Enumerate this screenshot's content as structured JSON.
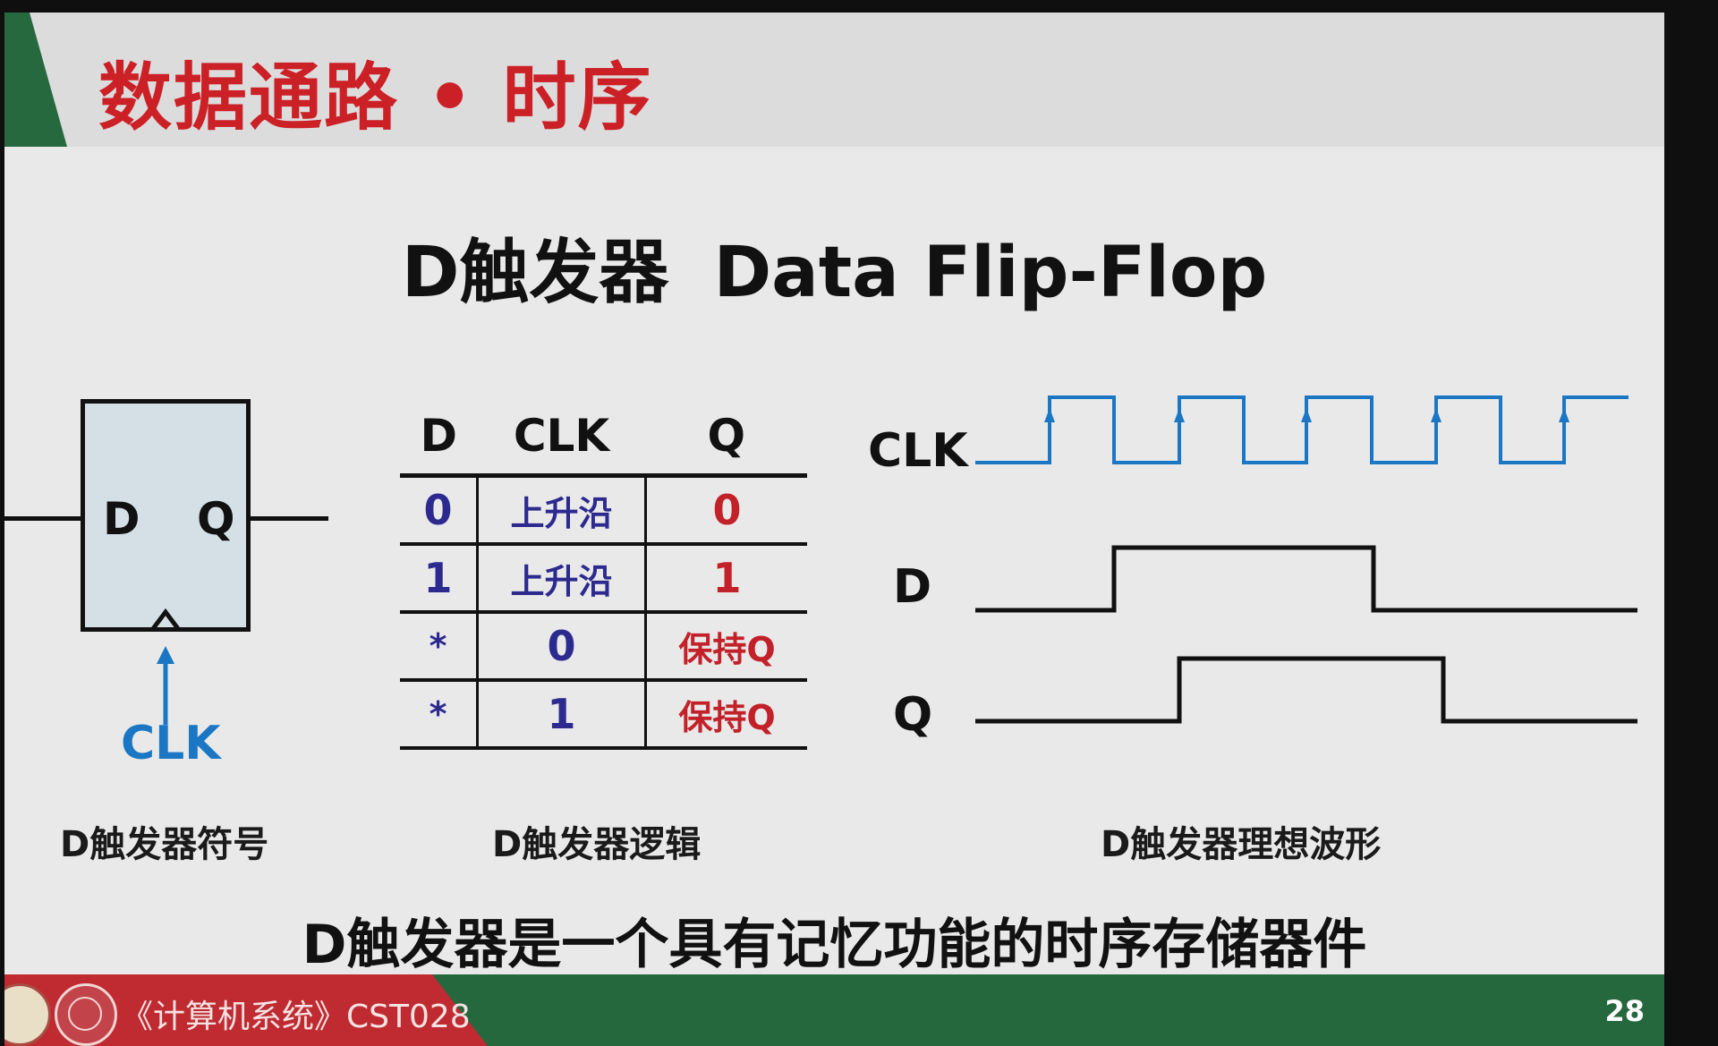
{
  "header": {
    "title": "数据通路 • 时序"
  },
  "heading": {
    "cjk": "D触发器",
    "latin": "Data Flip-Flop"
  },
  "symbol": {
    "pin_d": "D",
    "pin_q": "Q",
    "clk_label": "CLK",
    "caption": "D触发器符号"
  },
  "logic_table": {
    "headers": [
      "D",
      "CLK",
      "Q"
    ],
    "rows": [
      {
        "d": "0",
        "clk": "上升沿",
        "q": "0"
      },
      {
        "d": "1",
        "clk": "上升沿",
        "q": "1"
      },
      {
        "d": "*",
        "clk": "0",
        "q": "保持Q"
      },
      {
        "d": "*",
        "clk": "1",
        "q": "保持Q"
      }
    ],
    "caption": "D触发器逻辑"
  },
  "waveform": {
    "labels": {
      "clk": "CLK",
      "d": "D",
      "q": "Q"
    },
    "caption": "D触发器理想波形",
    "clk_color": "#1b77c3"
  },
  "summary": "D触发器是一个具有记忆功能的时序存储器件",
  "footer": {
    "course": "《计算机系统》CST028",
    "page": "28"
  },
  "colors": {
    "accent_red": "#cc2027",
    "accent_green": "#26683e",
    "clk_blue": "#1b77c3"
  }
}
